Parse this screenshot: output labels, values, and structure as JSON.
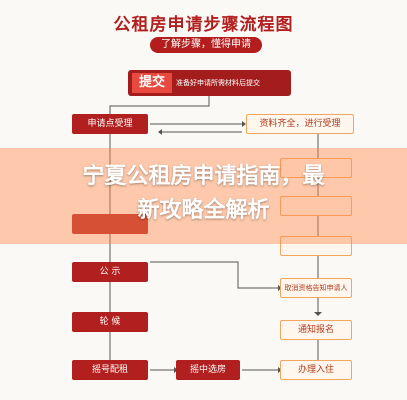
{
  "diagram": {
    "title": "公租房申请步骤流程图",
    "subtitle": "了解步骤，懂得申请",
    "submit_label": "提交",
    "submit_desc": "准备好申请所需材料后提交",
    "left_steps": [
      "申请点受理",
      "",
      "公 示",
      "轮 候",
      "摇号配租"
    ],
    "right_steps": [
      "资料齐全，进行受理",
      "",
      "",
      "",
      "取消资格告知申请人",
      "通知报名",
      "办理入住"
    ],
    "select_label": "摇中选房"
  },
  "overlay": {
    "line1": "宁夏公租房申请指南，最",
    "line2": "新攻略全解析"
  },
  "colors": {
    "primary_red": "#b21f1f",
    "accent_orange": "#f2a55c",
    "overlay": "#ff8c50"
  }
}
